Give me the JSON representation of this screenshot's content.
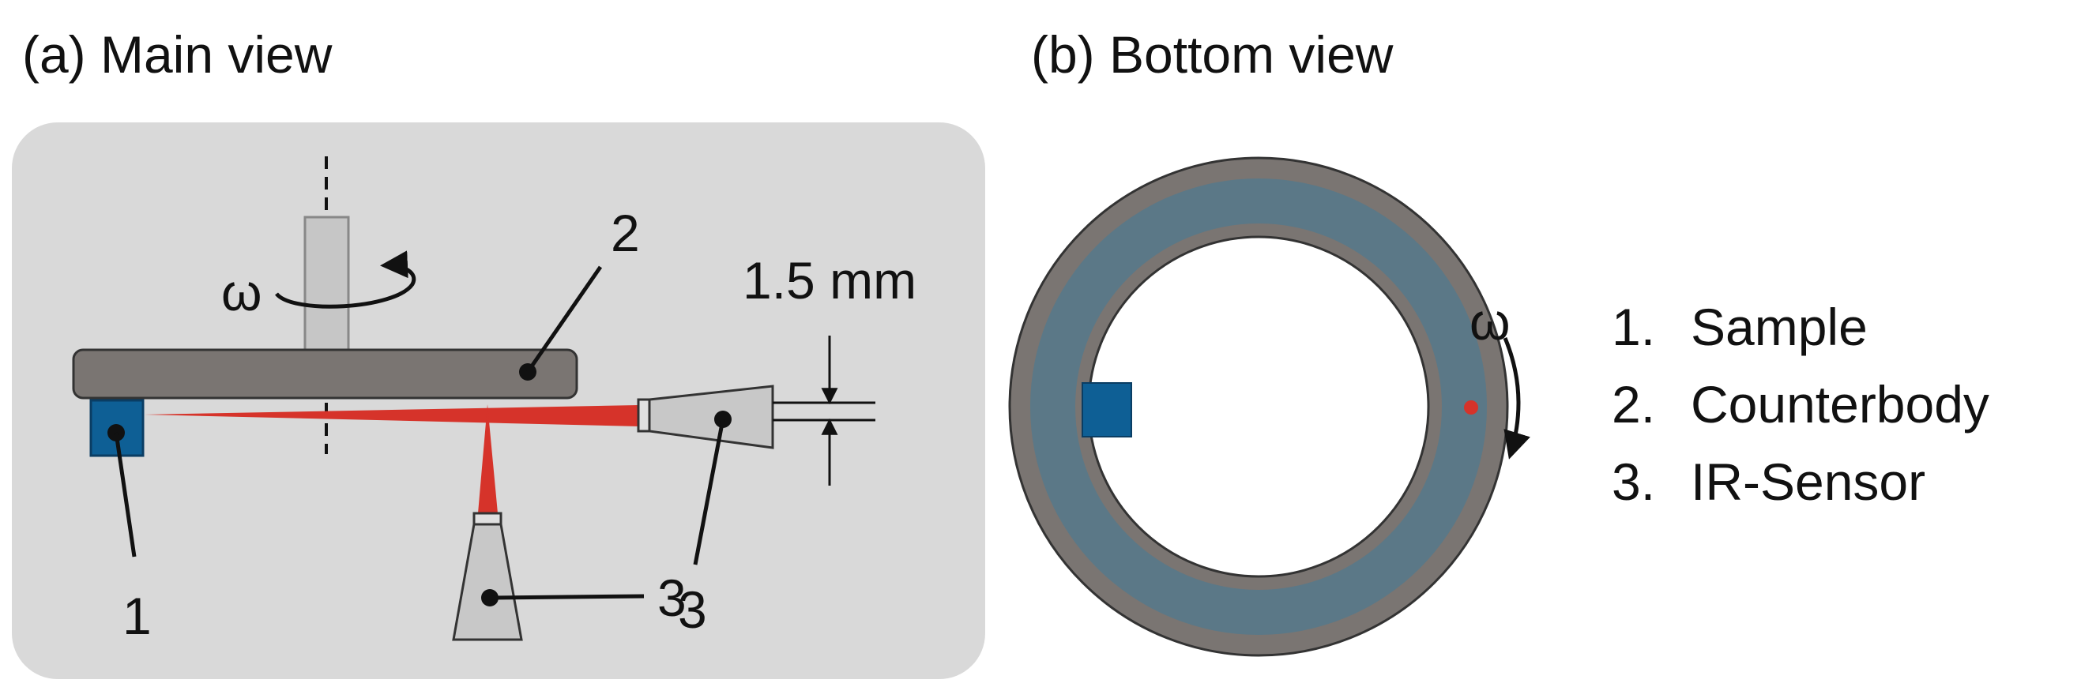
{
  "panel_a": {
    "title": "(a) Main view",
    "omega": "ω",
    "dimension": "1.5 mm",
    "callouts": {
      "sample": "1",
      "counterbody": "2",
      "sensor_side": "3",
      "sensor_bottom": "3"
    }
  },
  "panel_b": {
    "title": "(b) Bottom view",
    "omega": "ω"
  },
  "legend": [
    {
      "number": "1.",
      "label": "Sample"
    },
    {
      "number": "2.",
      "label": "Counterbody"
    },
    {
      "number": "3.",
      "label": "IR-Sensor"
    }
  ],
  "colors": {
    "panel_background": "#d9d9d9",
    "counterbody": "#7a7572",
    "counterbody_face": "#5b7887",
    "sample": "#0e5f95",
    "sensor": "#c8c8c8",
    "shaft": "#c6c6c6",
    "laser": "#d6332a",
    "line": "#111111"
  }
}
